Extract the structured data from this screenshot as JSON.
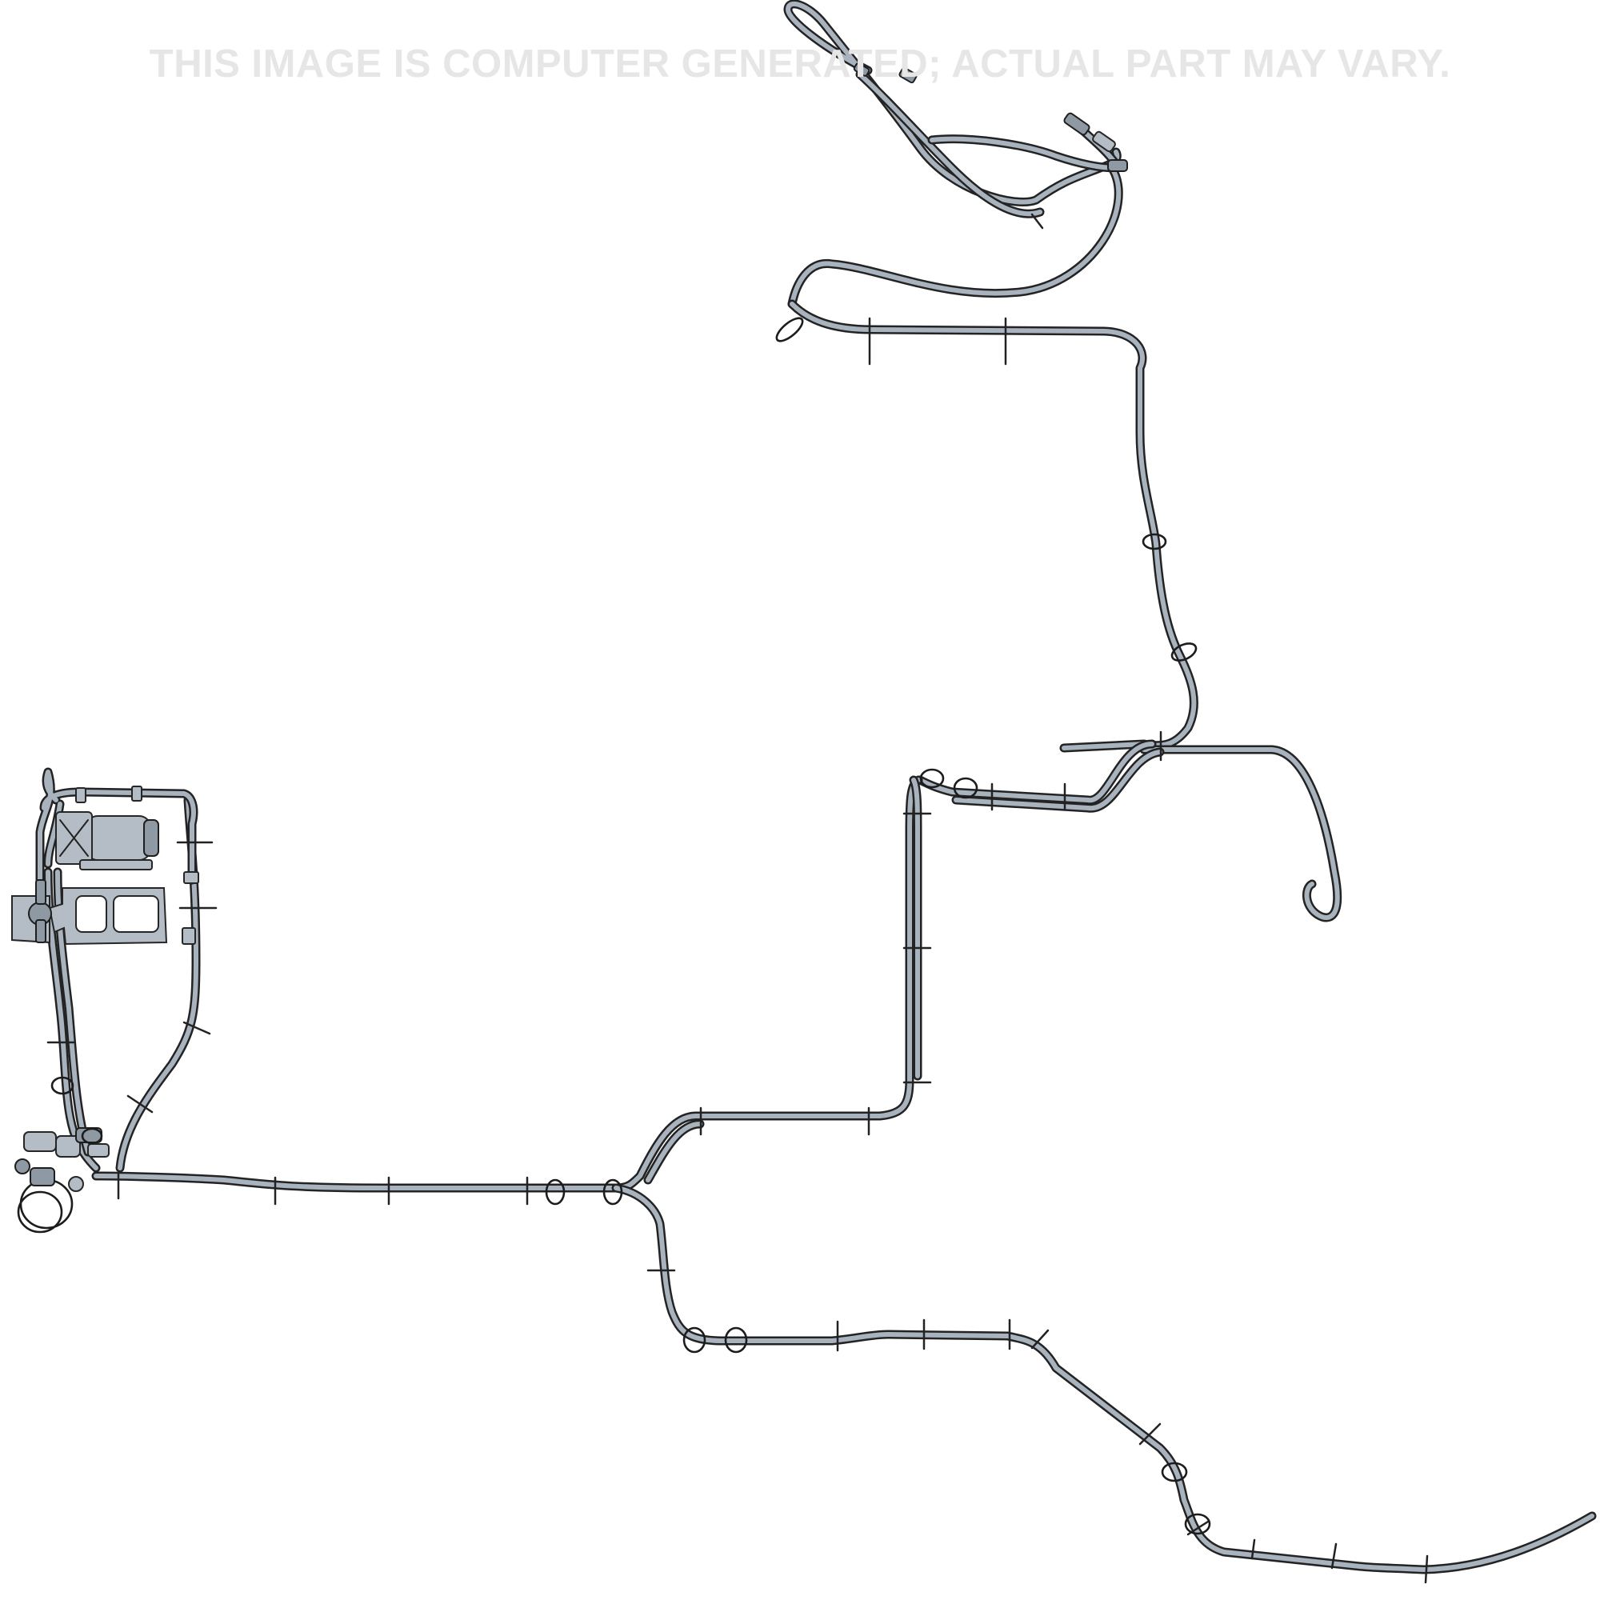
{
  "watermark": "THIS IMAGE IS COMPUTER GENERATED; ACTUAL PART MAY VARY.",
  "colors": {
    "background": "#ffffff",
    "line_fill": "#a9b3be",
    "line_outline": "#232323",
    "watermark": "#e6e6e6"
  },
  "components": [
    "brake-line-harness",
    "hydraulic-pump-assembly",
    "mounting-bracket",
    "line-retaining-clip",
    "line-loop-clip",
    "fitting-end"
  ]
}
